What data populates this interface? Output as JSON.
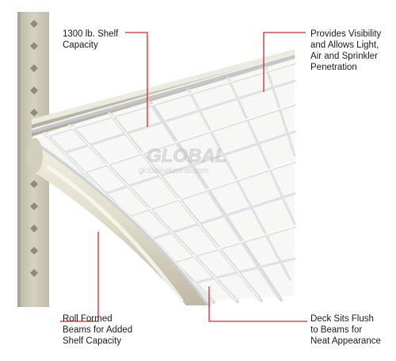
{
  "callouts": {
    "shelf_capacity": "1300 lb. Shelf\nCapacity",
    "visibility": "Provides Visibility\nand Allows Light,\nAir and Sprinkler\nPenetration",
    "beams": "Roll Formed\nBeams for Added\nShelf Capacity",
    "deck_flush": "Deck Sits Flush\nto Beams for\nNeat Appearance"
  },
  "watermark": {
    "logo": "GLOBAL",
    "url": "globalindustrial.com"
  },
  "colors": {
    "leader_line": "#d9262c",
    "upright": "#c9c5b2",
    "beam": "#e4e0cc",
    "wire": "#f2f3f3",
    "wire_shadow": "#b8bcbd"
  }
}
